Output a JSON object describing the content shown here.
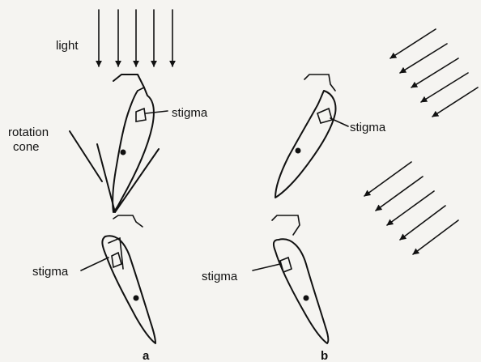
{
  "labels": {
    "light": "light",
    "rotation_cone_line1": "rotation",
    "rotation_cone_line2": "cone",
    "stigma": "stigma"
  },
  "captions": {
    "a": "a",
    "b": "b"
  },
  "colors": {
    "ink": "#111111",
    "paper": "#f5f4f1"
  }
}
